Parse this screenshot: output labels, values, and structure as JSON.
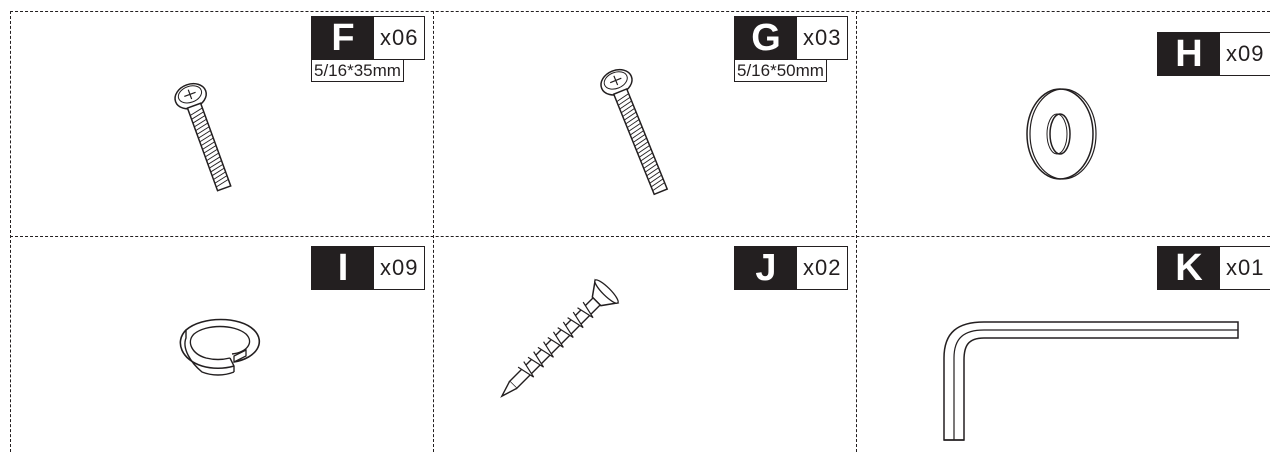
{
  "parts": [
    {
      "letter": "F",
      "qty": "x06",
      "size": "5/16*35mm",
      "icon": "bolt-icon"
    },
    {
      "letter": "G",
      "qty": "x03",
      "size": "5/16*50mm",
      "icon": "bolt-icon"
    },
    {
      "letter": "H",
      "qty": "x09",
      "size": "",
      "icon": "flat-washer-icon"
    },
    {
      "letter": "I",
      "qty": "x09",
      "size": "",
      "icon": "spring-washer-icon"
    },
    {
      "letter": "J",
      "qty": "x02",
      "size": "",
      "icon": "wood-screw-icon"
    },
    {
      "letter": "K",
      "qty": "x01",
      "size": "",
      "icon": "allen-key-icon"
    }
  ],
  "colors": {
    "ink": "#231f20",
    "paper": "#ffffff"
  }
}
